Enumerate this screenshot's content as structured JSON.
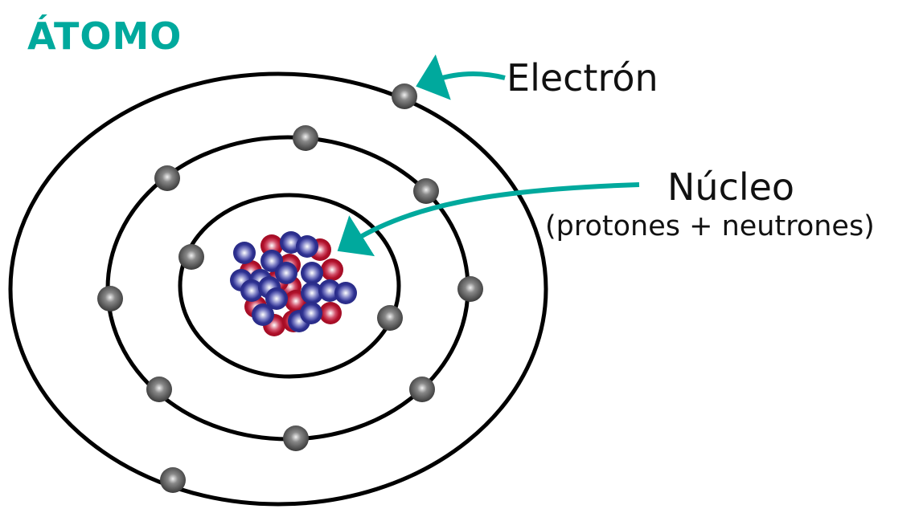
{
  "title": "ÁTOMO",
  "labels": {
    "electron": "Electrón",
    "nucleus": "Núcleo",
    "nucleus_sub": "(protones + neutrones)"
  },
  "colors": {
    "accent": "#00a99d",
    "proton": "#b0102a",
    "neutron": "#2e3191",
    "electron": "#4a4a4a"
  }
}
